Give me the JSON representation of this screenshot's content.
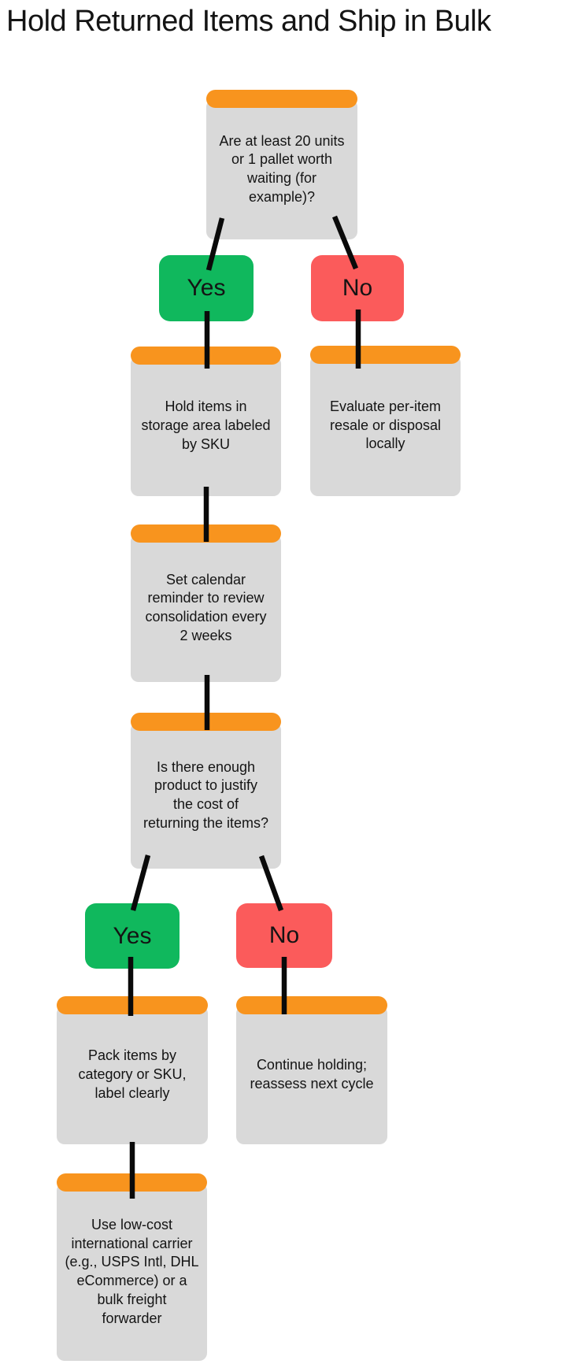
{
  "title": "Hold Returned Items and Ship in Bulk",
  "colors": {
    "background": "#FFFFFF",
    "header_bar": "#F8941E",
    "node_body": "#D9D9D9",
    "yes": "#10B85D",
    "no": "#FB5B5B",
    "connector": "#0A0A0A",
    "text": "#141414"
  },
  "nodes": [
    {
      "id": "q1",
      "kind": "decision",
      "label": "Are at least 20 units\nor 1 pallet worth\nwaiting (for\nexample)?"
    },
    {
      "id": "hold",
      "kind": "process",
      "label": "Hold items in\nstorage area labeled\nby SKU"
    },
    {
      "id": "evaluate",
      "kind": "process",
      "label": "Evaluate per-item\nresale or disposal\nlocally"
    },
    {
      "id": "calendar",
      "kind": "process",
      "label": "Set calendar\nreminder to review\nconsolidation every\n2 weeks"
    },
    {
      "id": "q2",
      "kind": "decision",
      "label": "Is there enough\nproduct to justify\nthe cost of\nreturning the items?"
    },
    {
      "id": "pack",
      "kind": "process",
      "label": "Pack items by\ncategory or SKU,\nlabel clearly"
    },
    {
      "id": "continue",
      "kind": "process",
      "label": "Continue holding;\nreassess next cycle"
    },
    {
      "id": "carrier",
      "kind": "process",
      "label": "Use low-cost\ninternational carrier\n(e.g., USPS Intl, DHL\neCommerce) or a\nbulk freight\nforwarder"
    }
  ],
  "badges": [
    {
      "id": "yes-1",
      "label": "Yes"
    },
    {
      "id": "no-1",
      "label": "No"
    },
    {
      "id": "yes-2",
      "label": "Yes"
    },
    {
      "id": "no-2",
      "label": "No"
    }
  ],
  "edges": [
    {
      "from": "q1",
      "label": "Yes",
      "to": "hold"
    },
    {
      "from": "q1",
      "label": "No",
      "to": "evaluate"
    },
    {
      "from": "hold",
      "label": "",
      "to": "calendar"
    },
    {
      "from": "calendar",
      "label": "",
      "to": "q2"
    },
    {
      "from": "q2",
      "label": "Yes",
      "to": "pack"
    },
    {
      "from": "q2",
      "label": "No",
      "to": "continue"
    },
    {
      "from": "pack",
      "label": "",
      "to": "carrier"
    }
  ]
}
